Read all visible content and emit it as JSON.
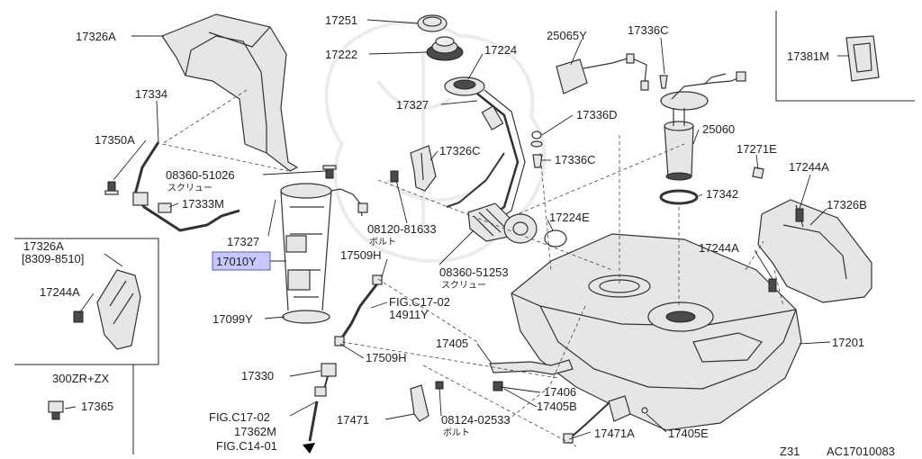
{
  "labels": {
    "p17326A_top": "17326A",
    "p17251": "17251",
    "p17222": "17222",
    "p17224": "17224",
    "p25065Y": "25065Y",
    "p17336C_top": "17336C",
    "p17381M": "17381M",
    "p17334": "17334",
    "p17327_top": "17327",
    "p17336D": "17336D",
    "p25060": "25060",
    "p17350A": "17350A",
    "p17326C": "17326C",
    "p17336C_mid": "17336C",
    "p17271E": "17271E",
    "p08360_51026": "08360-51026",
    "screw_jp_1": "スクリュー",
    "p17244A_right": "17244A",
    "p17333M": "17333M",
    "p17342": "17342",
    "p17326B": "17326B",
    "p17224E": "17224E",
    "p08120_81633": "08120-81633",
    "bolt_jp_1": "ボルト",
    "p17327_mid": "17327",
    "p17326A_inset": "17326A",
    "p8309_8510": "[8309-8510]",
    "p17244A_mid": "17244A",
    "p17509H_top": "17509H",
    "p17010Y": "17010Y",
    "p08360_51253": "08360-51253",
    "screw_jp_2": "スクリュー",
    "p17244A_left": "17244A",
    "figC17_02_mid": "FIG.C17-02",
    "p14911Y": "14911Y",
    "p17099Y": "17099Y",
    "p17201": "17201",
    "p17405": "17405",
    "p17509H_bot": "17509H",
    "p17330": "17330",
    "p300ZR": "300ZR+ZX",
    "p17406": "17406",
    "p17405B": "17405B",
    "p17365": "17365",
    "figC17_02_bot": "FIG.C17-02",
    "p17362M": "17362M",
    "p17471": "17471",
    "p08124_02533": "08124-02533",
    "bolt_jp_2": "ボルト",
    "p17471A": "17471A",
    "p17405E": "17405E",
    "figC14_01": "FIG.C14-01",
    "z31": "Z31",
    "ac_code": "AC17010083"
  },
  "colors": {
    "highlight_fill": "#c6c8ff",
    "line": "#222222",
    "background": "#ffffff"
  }
}
